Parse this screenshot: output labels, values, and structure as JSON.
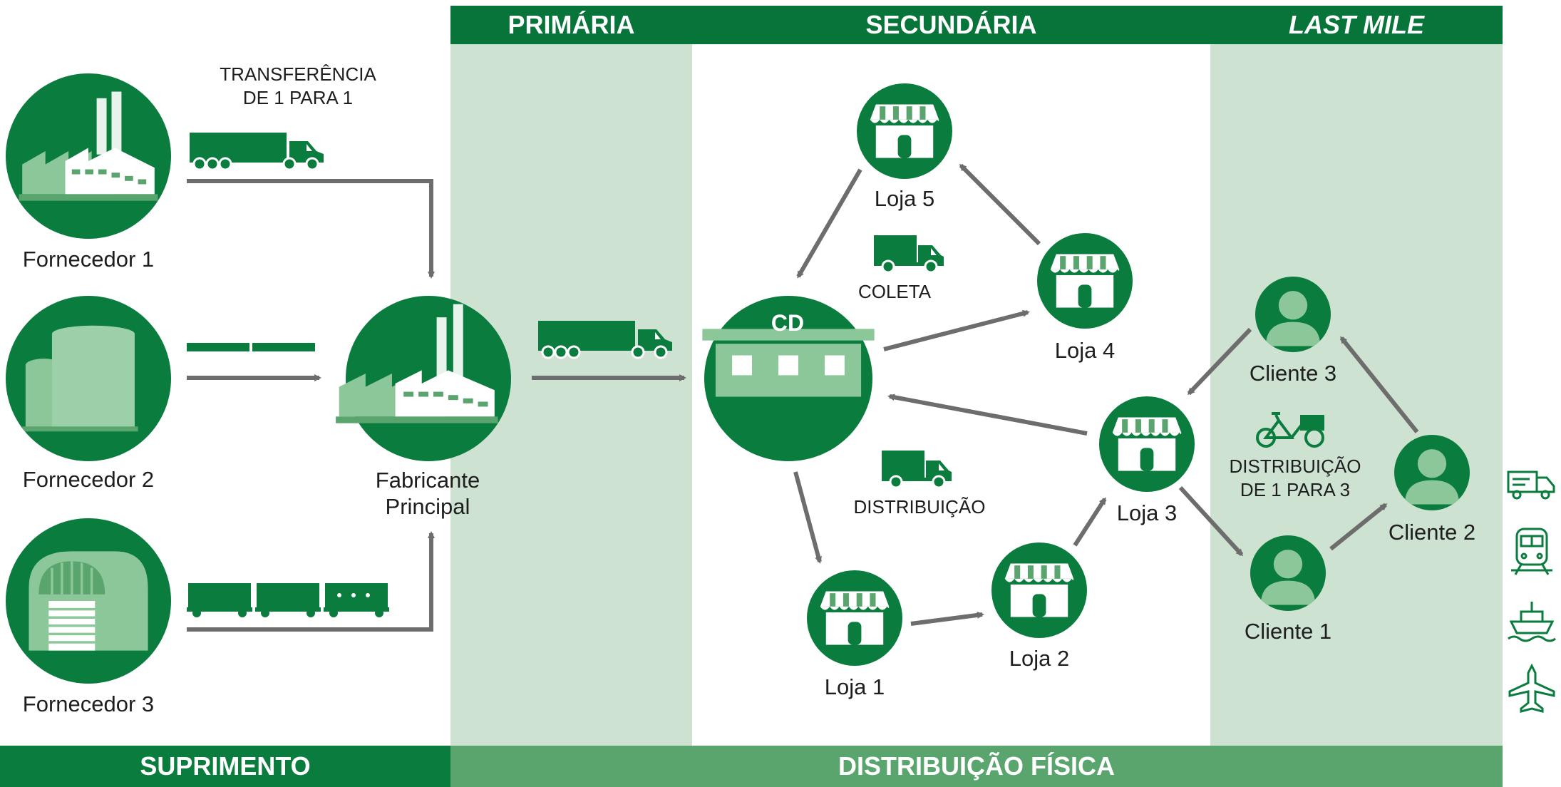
{
  "colors": {
    "dark_green": "#0a7d3e",
    "header_green": "#07743a",
    "mid_green": "#5aa46e",
    "light_band": "#cde2d1",
    "pale_shape": "#8cc79a",
    "arrow_gray": "#6d6d6d"
  },
  "headers": {
    "primaria": "PRIMÁRIA",
    "secundaria": "SECUNDÁRIA",
    "last_mile": "LAST MILE"
  },
  "footers": {
    "suprimento": "SUPRIMENTO",
    "distribuicao_fisica": "DISTRIBUIÇÃO FÍSICA"
  },
  "annotations": {
    "transfer_line1": "TRANSFERÊNCIA",
    "transfer_line2": "DE 1 PARA 1",
    "coleta": "COLETA",
    "distribuicao": "DISTRIBUIÇÃO",
    "dist13_line1": "DISTRIBUIÇÃO",
    "dist13_line2": "DE 1 PARA 3"
  },
  "nodes": {
    "fornecedor1": {
      "label": "Fornecedor 1",
      "icon": "factory-icon"
    },
    "fornecedor2": {
      "label": "Fornecedor 2",
      "icon": "tanks-icon"
    },
    "fornecedor3": {
      "label": "Fornecedor 3",
      "icon": "warehouse-icon"
    },
    "fabricante": {
      "label_line1": "Fabricante",
      "label_line2": "Principal",
      "icon": "factory-icon"
    },
    "cd": {
      "label": "CD",
      "icon": "distribution-center-icon"
    },
    "loja1": {
      "label": "Loja 1",
      "icon": "store-icon"
    },
    "loja2": {
      "label": "Loja 2",
      "icon": "store-icon"
    },
    "loja3": {
      "label": "Loja 3",
      "icon": "store-icon"
    },
    "loja4": {
      "label": "Loja 4",
      "icon": "store-icon"
    },
    "loja5": {
      "label": "Loja 5",
      "icon": "store-icon"
    },
    "cliente1": {
      "label": "Cliente 1",
      "icon": "person-icon"
    },
    "cliente2": {
      "label": "Cliente 2",
      "icon": "person-icon"
    },
    "cliente3": {
      "label": "Cliente 3",
      "icon": "person-icon"
    }
  },
  "edges": [
    {
      "from": "Fornecedor 1",
      "to": "Fabricante Principal"
    },
    {
      "from": "Fornecedor 2",
      "to": "Fabricante Principal"
    },
    {
      "from": "Fornecedor 3",
      "to": "Fabricante Principal"
    },
    {
      "from": "Fabricante Principal",
      "to": "CD"
    },
    {
      "from": "CD",
      "to": "Loja 4"
    },
    {
      "from": "Loja 4",
      "to": "Loja 5"
    },
    {
      "from": "Loja 5",
      "to": "CD"
    },
    {
      "from": "CD",
      "to": "Loja 1"
    },
    {
      "from": "Loja 1",
      "to": "Loja 2"
    },
    {
      "from": "Loja 2",
      "to": "Loja 3"
    },
    {
      "from": "Loja 3",
      "to": "CD"
    },
    {
      "from": "Loja 3",
      "to": "Cliente 1"
    },
    {
      "from": "Cliente 1",
      "to": "Cliente 2"
    },
    {
      "from": "Cliente 2",
      "to": "Cliente 3"
    },
    {
      "from": "Cliente 3",
      "to": "Loja 3"
    }
  ],
  "transport_icons": [
    "truck-icon",
    "train-icon",
    "ship-icon",
    "airplane-icon"
  ]
}
